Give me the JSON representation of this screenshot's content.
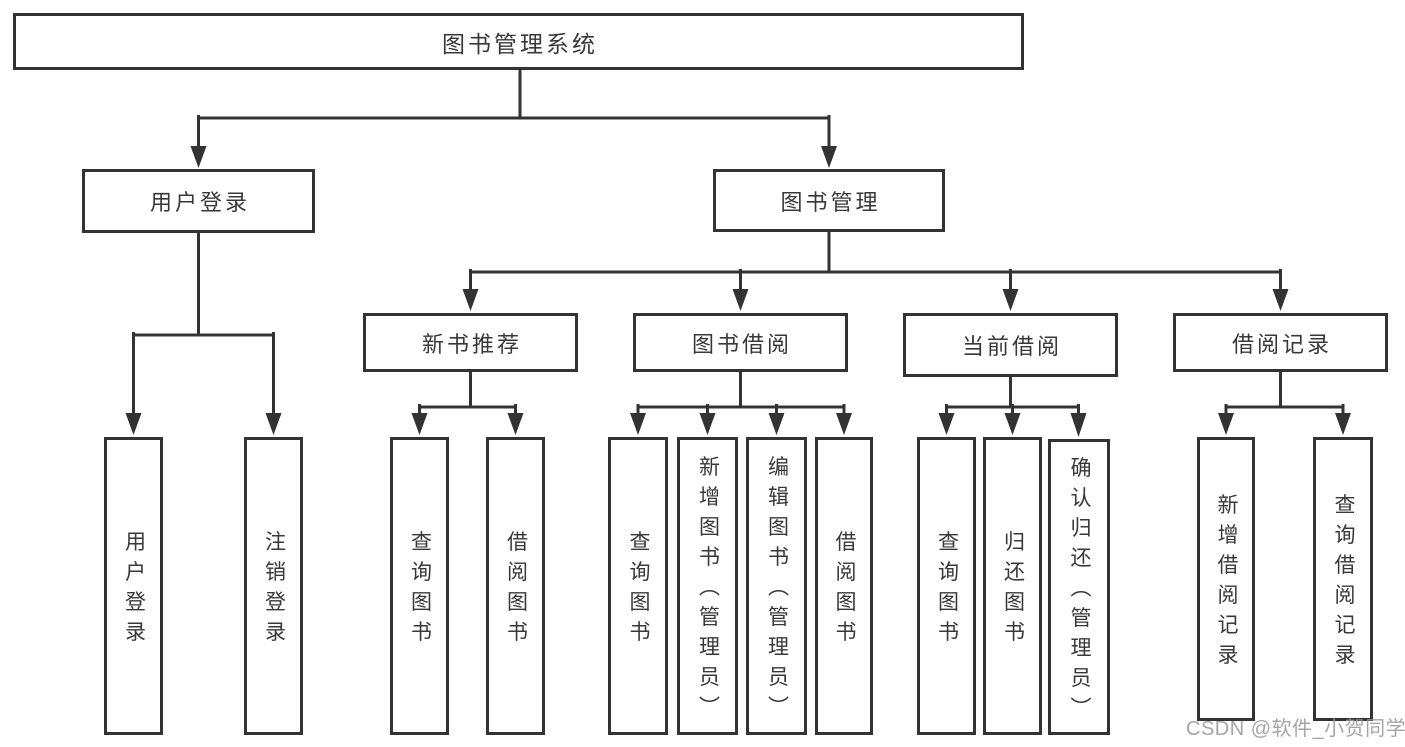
{
  "diagram_title": "图书管理系统",
  "tree": {
    "label": "图书管理系统",
    "children": [
      {
        "label": "用户登录",
        "children": [
          {
            "label": "用户登录"
          },
          {
            "label": "注销登录"
          }
        ]
      },
      {
        "label": "图书管理",
        "children": [
          {
            "label": "新书推荐",
            "children": [
              {
                "label": "查询图书"
              },
              {
                "label": "借阅图书"
              }
            ]
          },
          {
            "label": "图书借阅",
            "children": [
              {
                "label": "查询图书"
              },
              {
                "label": "新增图书（管理员）"
              },
              {
                "label": "编辑图书（管理员）"
              },
              {
                "label": "借阅图书"
              }
            ]
          },
          {
            "label": "当前借阅",
            "children": [
              {
                "label": "查询图书"
              },
              {
                "label": "归还图书"
              },
              {
                "label": "确认归还（管理员）"
              }
            ]
          },
          {
            "label": "借阅记录",
            "children": [
              {
                "label": "新增借阅记录"
              },
              {
                "label": "查询借阅记录"
              }
            ]
          }
        ]
      }
    ]
  },
  "watermark": {
    "text": "CSDN @软件_小贺同学"
  },
  "colors": {
    "line": "#333333",
    "box_border": "#333333",
    "text": "#383838",
    "watermark": "#999999",
    "background": "#ffffff"
  }
}
